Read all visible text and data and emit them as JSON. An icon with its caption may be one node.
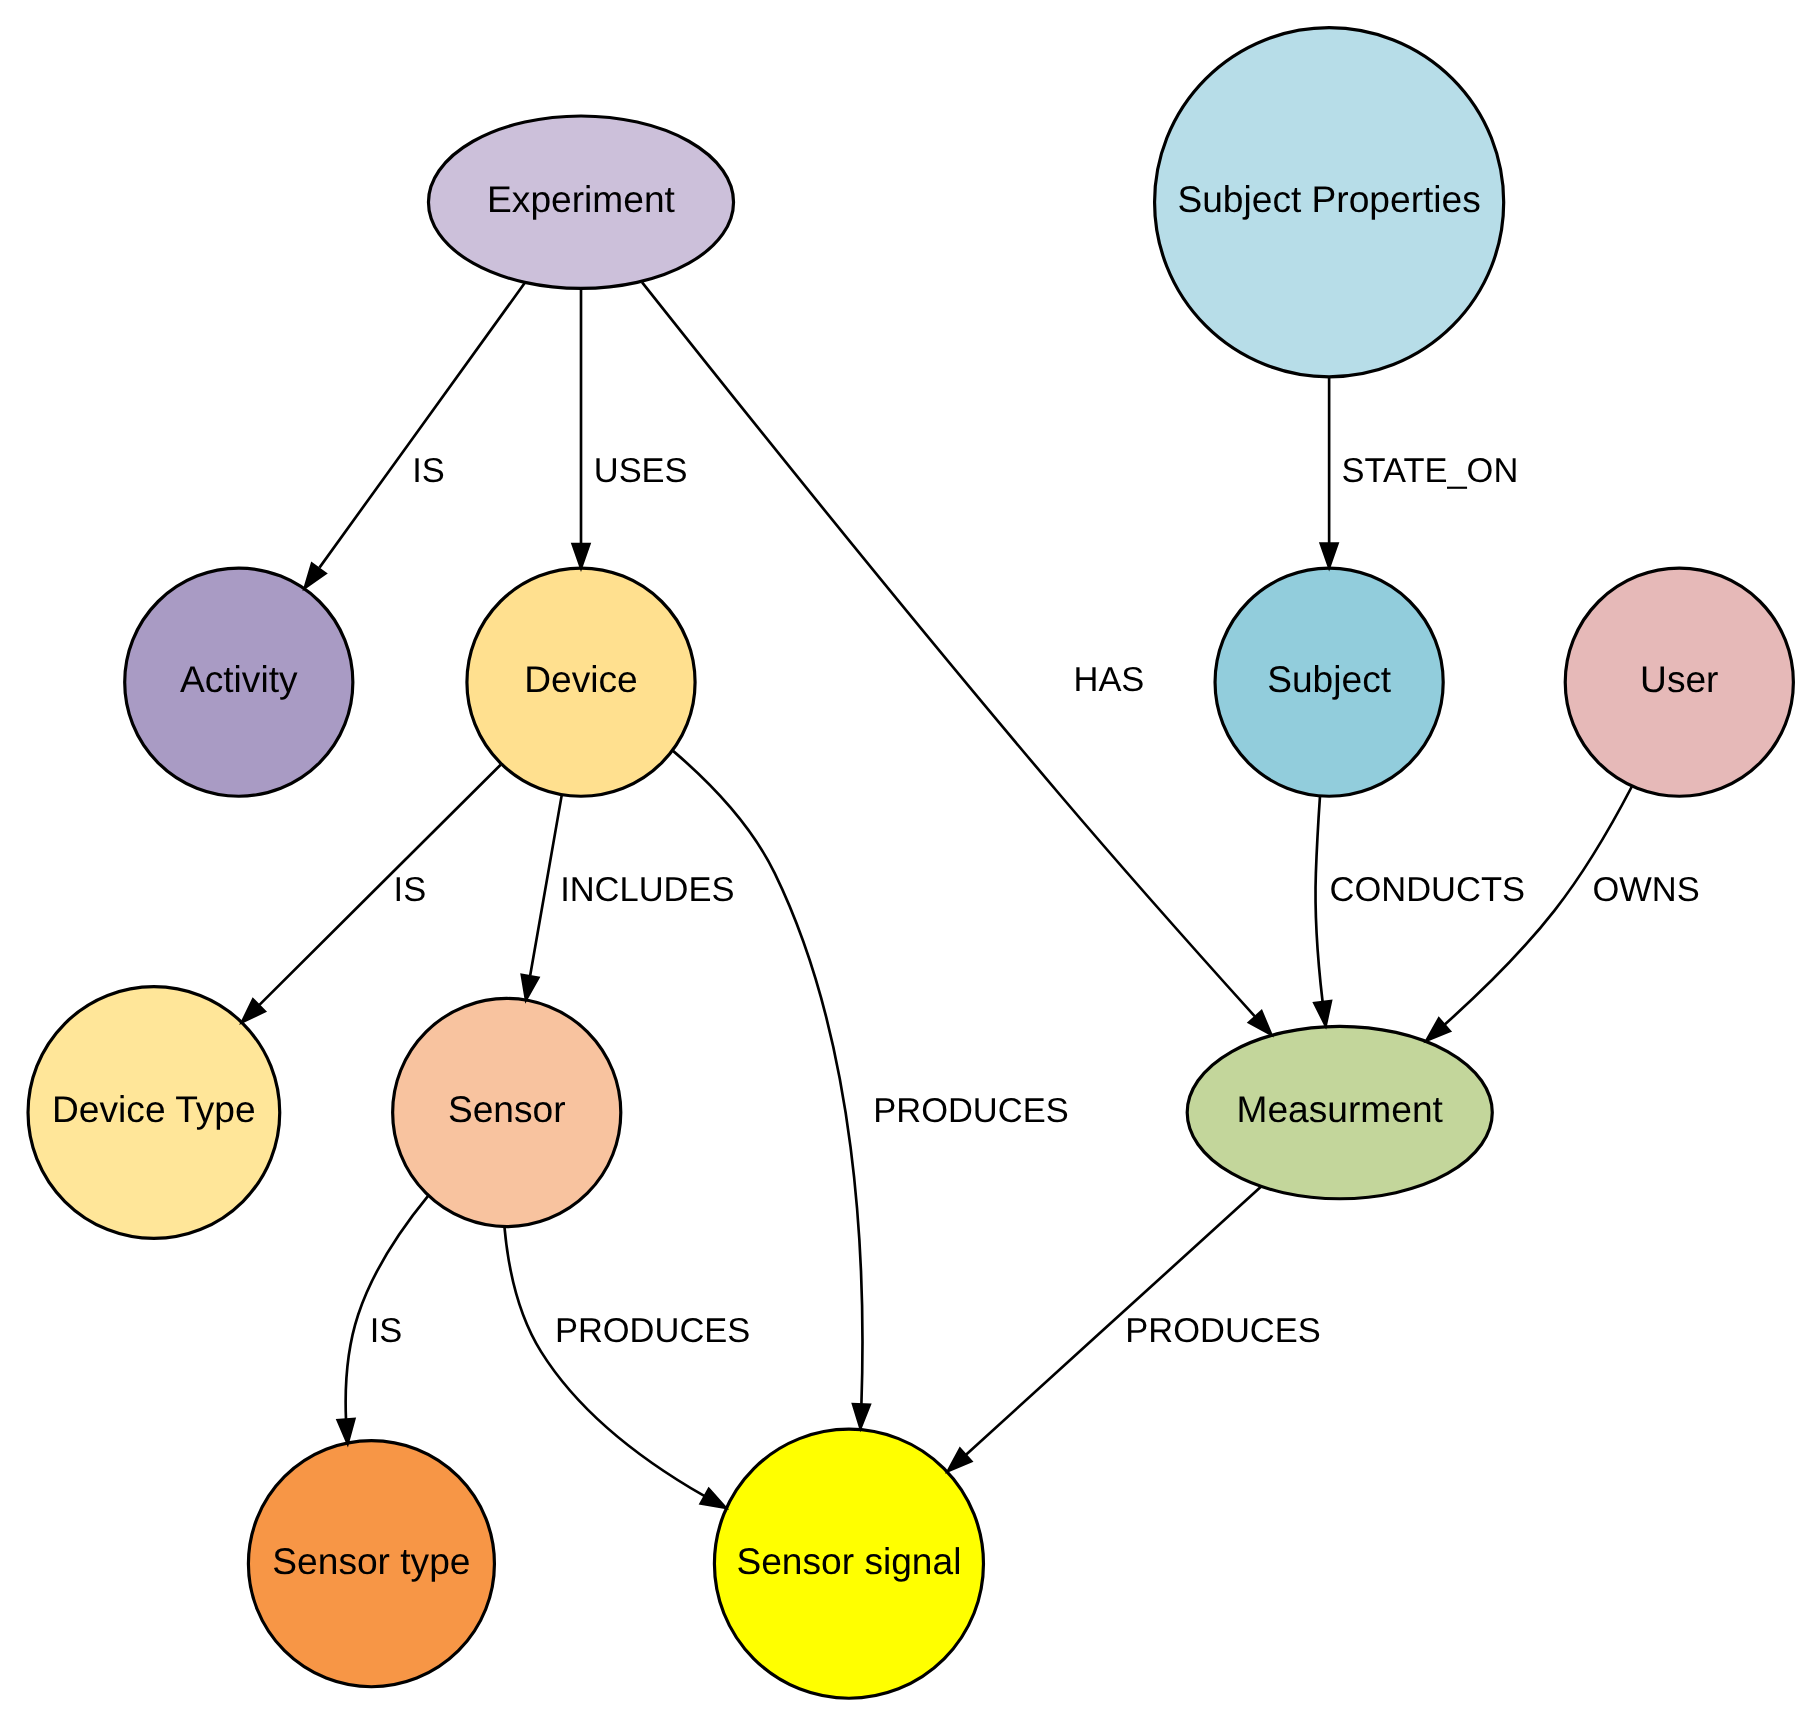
{
  "diagram": {
    "nodes": [
      {
        "text": [
          "Sensor type"
        ]
      },
      {
        "text": [
          "Device Type"
        ]
      },
      {
        "text": [
          "Activity"
        ]
      },
      {
        "text": [
          "Subject Properties"
        ]
      },
      {
        "text": [
          "Sensor"
        ]
      },
      {
        "text": [
          "Device"
        ]
      },
      {
        "text": [
          "Experiment"
        ]
      },
      {
        "text": [
          "Subject"
        ]
      },
      {
        "text": [
          "Measurment"
        ]
      },
      {
        "text": [
          "User"
        ]
      },
      {
        "text": [
          "Sensor signal"
        ]
      }
    ],
    "edges": [
      {
        "from": 4,
        "to": 0,
        "arrow": "to",
        "label": "IS"
      },
      {
        "from": 5,
        "to": 1,
        "arrow": "to",
        "label": "IS"
      },
      {
        "from": 6,
        "to": 2,
        "arrow": "to",
        "label": "IS"
      },
      {
        "from": 3,
        "to": 7,
        "arrow": "to",
        "label": "STATE_ON"
      },
      {
        "from": 5,
        "to": 4,
        "arrow": "to",
        "label": "INCLUDES"
      },
      {
        "from": 4,
        "to": 10,
        "arrow": "to",
        "label": "PRODUCES"
      },
      {
        "from": 6,
        "to": 5,
        "arrow": "to",
        "label": "USES"
      },
      {
        "from": 5,
        "to": 10,
        "arrow": "to",
        "label": "PRODUCES"
      },
      {
        "from": 6,
        "to": 8,
        "arrow": "to",
        "label": "HAS"
      },
      {
        "from": 7,
        "to": 8,
        "arrow": "to",
        "label": "CONDUCTS"
      },
      {
        "from": 9,
        "to": 8,
        "arrow": "to",
        "label": "OWNS"
      },
      {
        "from": 8,
        "to": 10,
        "arrow": "to",
        "label": "PRODUCES"
      }
    ]
  }
}
